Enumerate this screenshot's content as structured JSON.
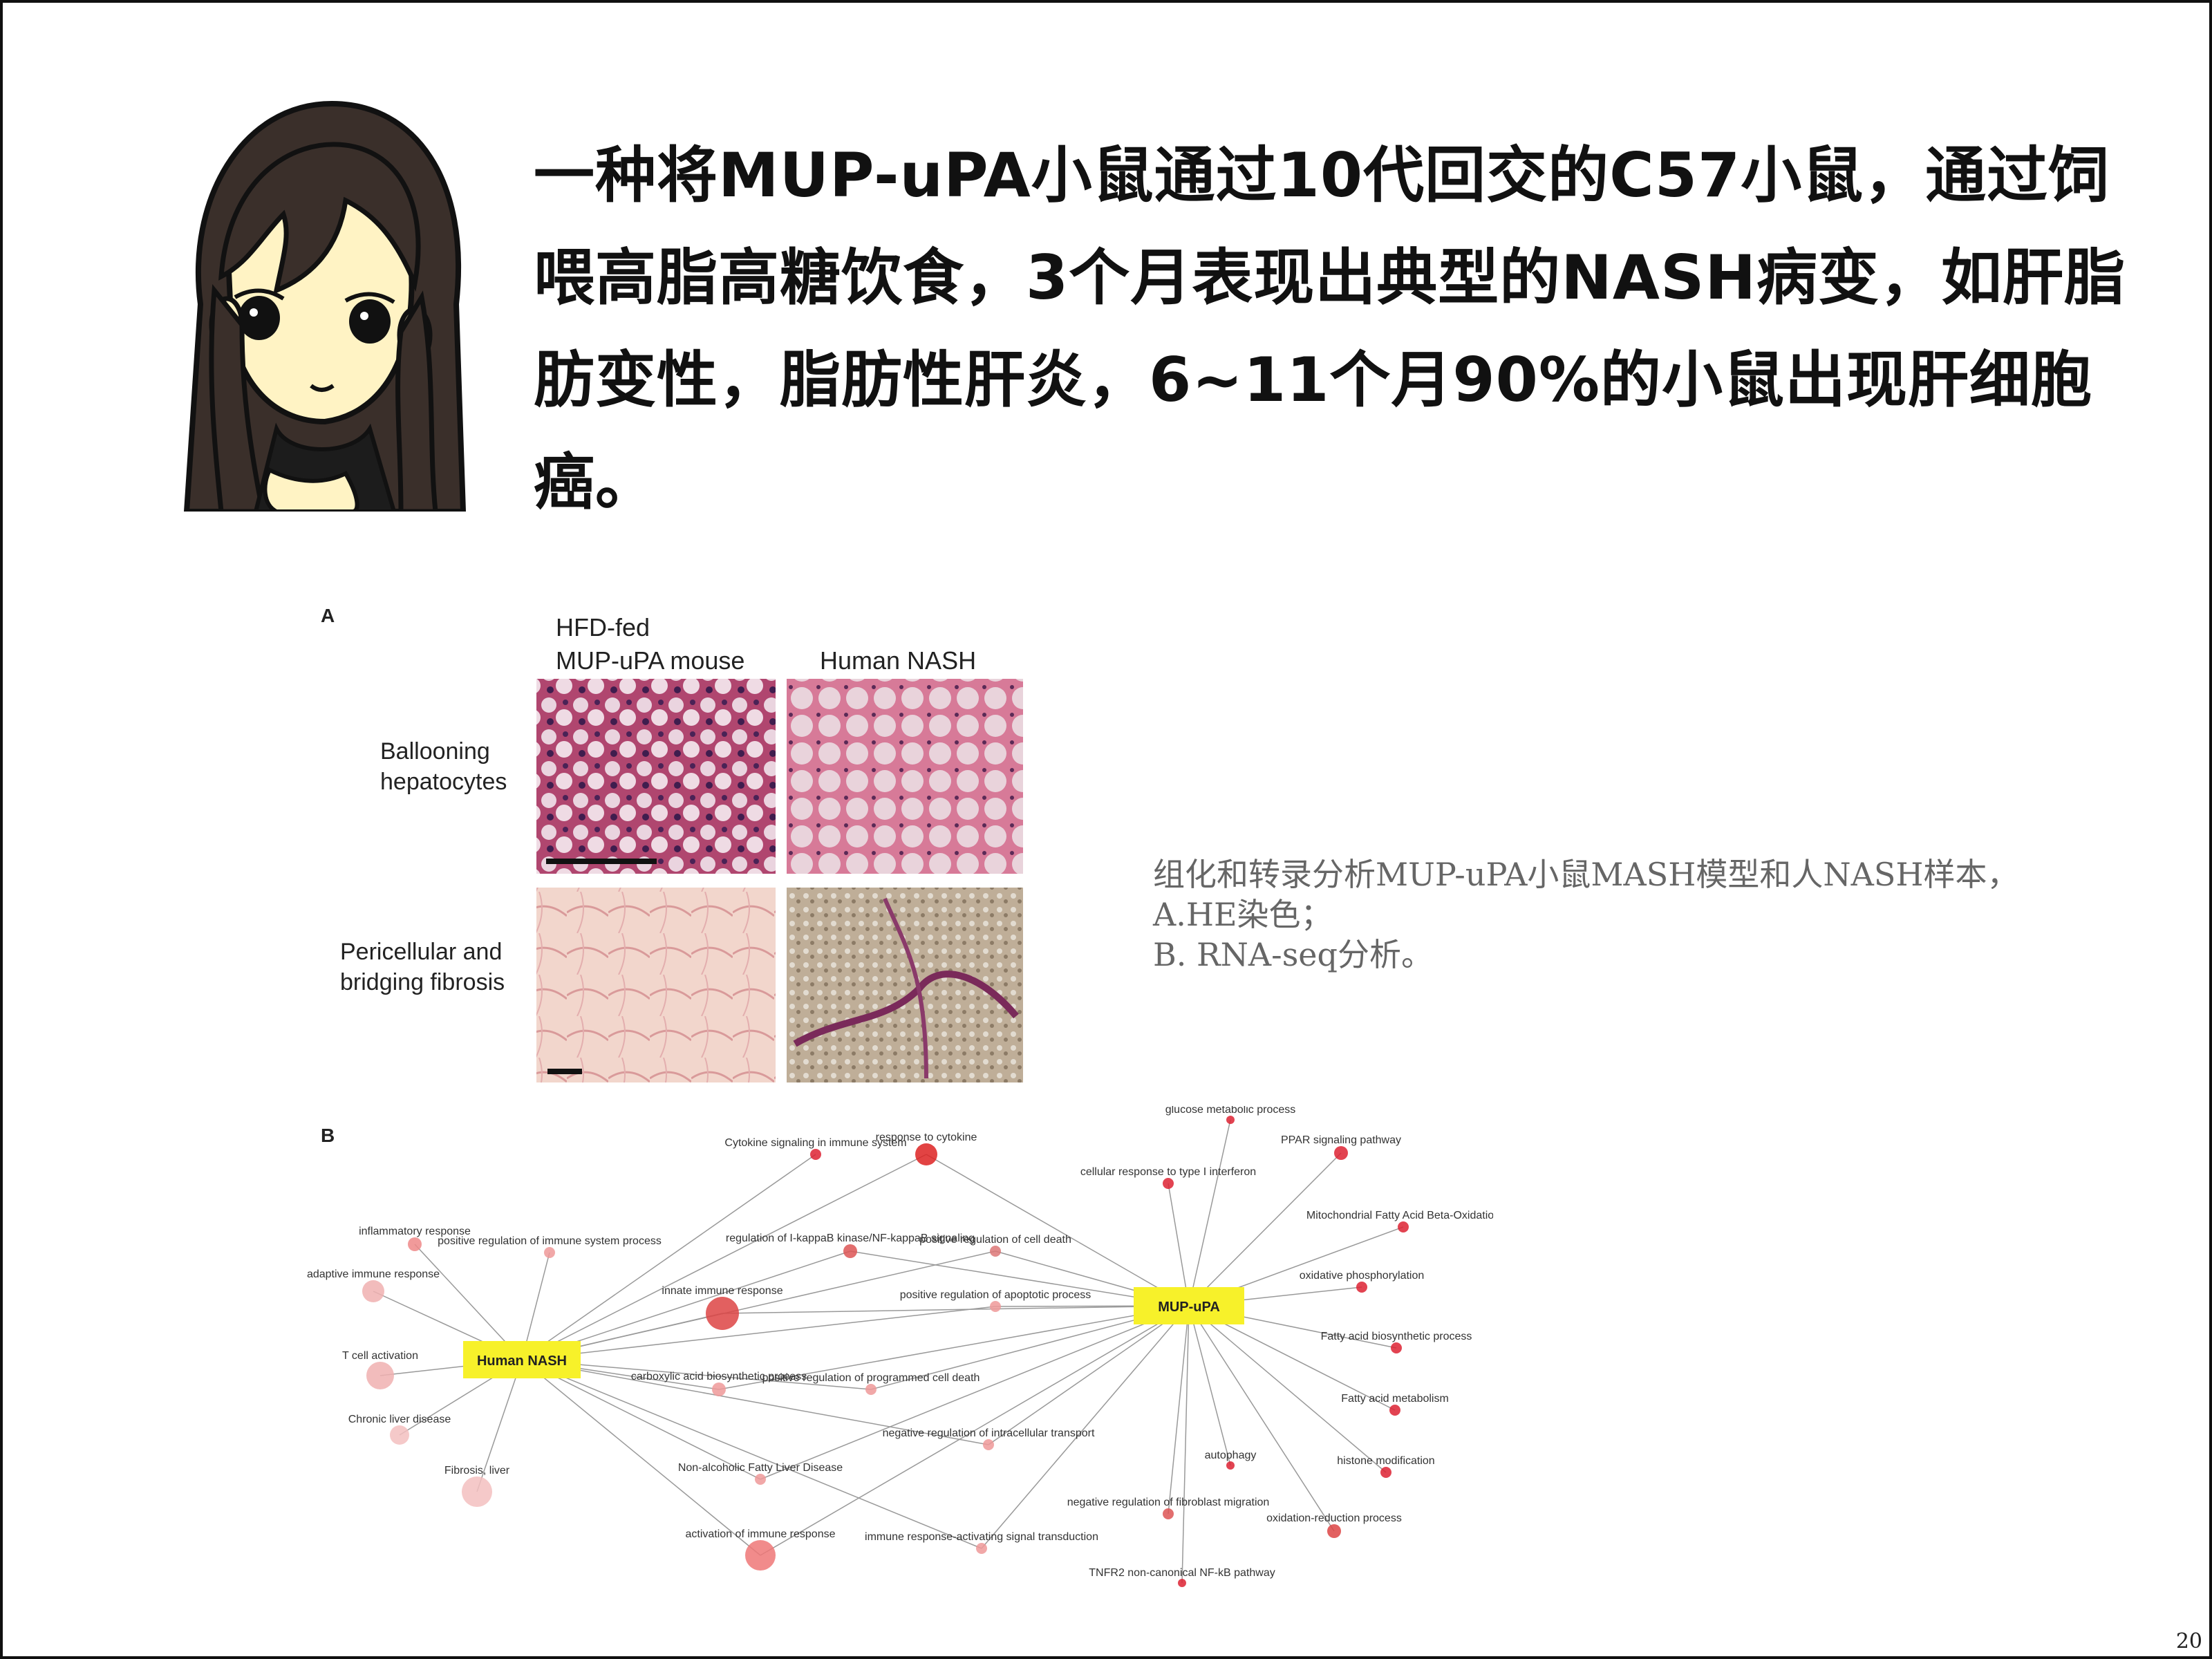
{
  "headline": {
    "text": "一种将MUP-uPA小鼠通过10代回交的C57小鼠，通过饲喂高脂高糖饮食，3个月表现出典型的NASH病变，如肝脂肪变性，脂肪性肝炎，6~11个月90%的小鼠出现肝细胞癌。"
  },
  "caption": {
    "line1": "组化和转录分析MUP-uPA小鼠MASH模型和人NASH样本，",
    "line2": "A.HE染色；",
    "line3": "B. RNA-seq分析。"
  },
  "figure_a": {
    "panel_label": "A",
    "col1_header_line1": "HFD-fed",
    "col1_header_line2": "MUP-uPA mouse",
    "col2_header": "Human NASH",
    "row1_label_line1": "Ballooning",
    "row1_label_line2": "hepatocytes",
    "row2_label_line1": "Pericellular and",
    "row2_label_line2": "bridging fibrosis"
  },
  "figure_b": {
    "panel_label": "B",
    "hub_left": "Human NASH",
    "hub_right": "MUP-uPA",
    "nodes": [
      "glucose metabolic process",
      "Cytokine signaling in immune system",
      "response to cytokine",
      "cellular response to type I interferon",
      "PPAR signaling pathway",
      "inflammatory response",
      "positive regulation of immune system process",
      "regulation of I-kappaB kinase/NF-kappaB signaling",
      "positive regulation of cell death",
      "Mitochondrial Fatty Acid Beta-Oxidation",
      "adaptive immune response",
      "innate immune response",
      "positive regulation of apoptotic process",
      "oxidative phosphorylation",
      "Fatty acid biosynthetic process",
      "T cell activation",
      "carboxylic acid biosynthetic process",
      "positive regulation of programmed cell death",
      "Fatty acid metabolism",
      "Chronic liver disease",
      "negative regulation of intracellular transport",
      "autophagy",
      "Fibrosis, liver",
      "Non-alcoholic Fatty Liver Disease",
      "histone modification",
      "negative regulation of fibroblast migration",
      "oxidation-reduction process",
      "activation of immune response",
      "immune response-activating signal transduction",
      "TNFR2 non-canonical NF-kB pathway"
    ]
  },
  "page_number": "20"
}
